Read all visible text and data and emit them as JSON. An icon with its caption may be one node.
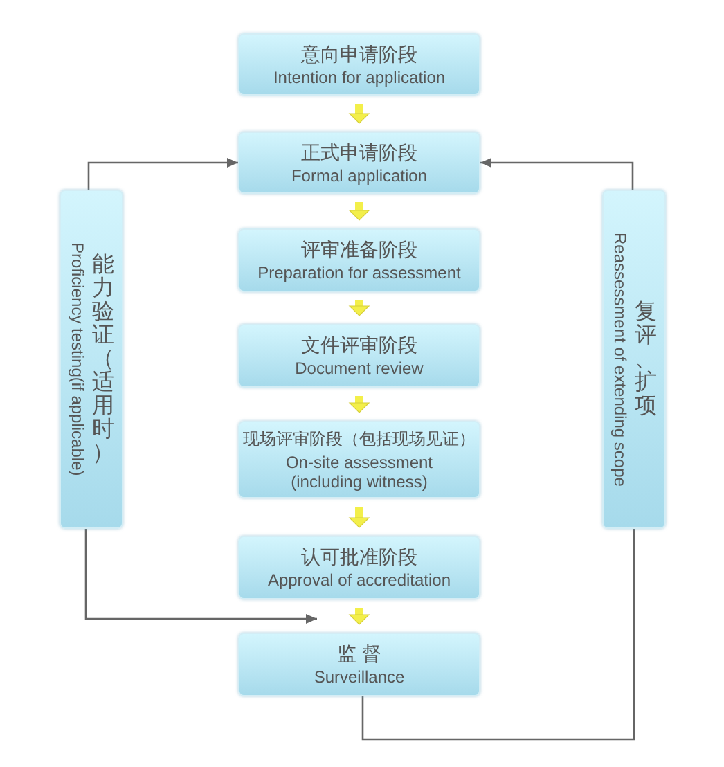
{
  "diagram": {
    "nodes": [
      {
        "text": [
          "意向申请阶段",
          "Intention for application"
        ]
      },
      {
        "text": [
          "正式申请阶段",
          "Formal application"
        ]
      },
      {
        "text": [
          "评审准备阶段",
          "Preparation for assessment"
        ]
      },
      {
        "text": [
          "文件评审阶段",
          "Document review"
        ]
      },
      {
        "text": [
          "现场评审阶段（包括现场见证）",
          "On-site assessment (including witness)"
        ]
      },
      {
        "text": [
          "认可批准阶段",
          "Approval of accreditation"
        ]
      },
      {
        "text": [
          "监 督",
          "Surveillance"
        ]
      },
      {
        "text": [
          "能力验证（适用时）",
          "Proficiency testing(if applicable)"
        ]
      },
      {
        "text": [
          "复评、扩项",
          "Reassessment of extending scope"
        ]
      }
    ],
    "edges": [
      {
        "from": 0,
        "to": 1,
        "arrow": "to"
      },
      {
        "from": 1,
        "to": 2,
        "arrow": "to"
      },
      {
        "from": 2,
        "to": 3,
        "arrow": "to"
      },
      {
        "from": 3,
        "to": 4,
        "arrow": "to"
      },
      {
        "from": 4,
        "to": 5,
        "arrow": "to"
      },
      {
        "from": 5,
        "to": 6,
        "arrow": "to"
      },
      {
        "from": 7,
        "to": 1,
        "arrow": "to",
        "color": "#666666"
      },
      {
        "from": 7,
        "to": 6,
        "arrow": "to",
        "color": "#666666"
      },
      {
        "from": 6,
        "to": 8,
        "arrow": "none",
        "color": "#666666"
      },
      {
        "from": 8,
        "to": 1,
        "arrow": "to",
        "color": "#666666"
      }
    ]
  }
}
